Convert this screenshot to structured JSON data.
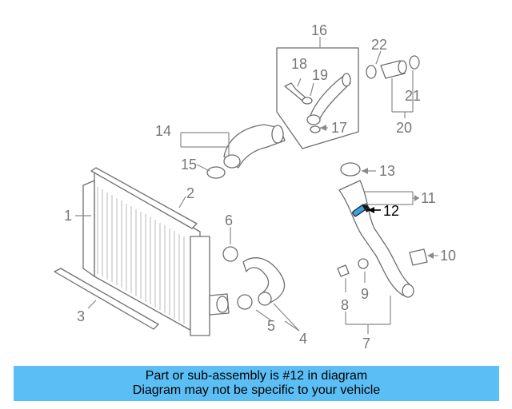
{
  "diagram": {
    "callouts": [
      "1",
      "2",
      "3",
      "4",
      "5",
      "6",
      "7",
      "8",
      "9",
      "10",
      "11",
      "12",
      "13",
      "14",
      "15",
      "16",
      "17",
      "18",
      "19",
      "20",
      "21",
      "22"
    ],
    "highlighted_part": "12",
    "highlight_color": "#3aa0e0",
    "line_color": "#6e6e6e"
  },
  "caption": {
    "line1": "Part or sub-assembly is #12 in diagram",
    "line2": "Diagram may not be specific to your vehicle",
    "background": "#5bbff5"
  }
}
